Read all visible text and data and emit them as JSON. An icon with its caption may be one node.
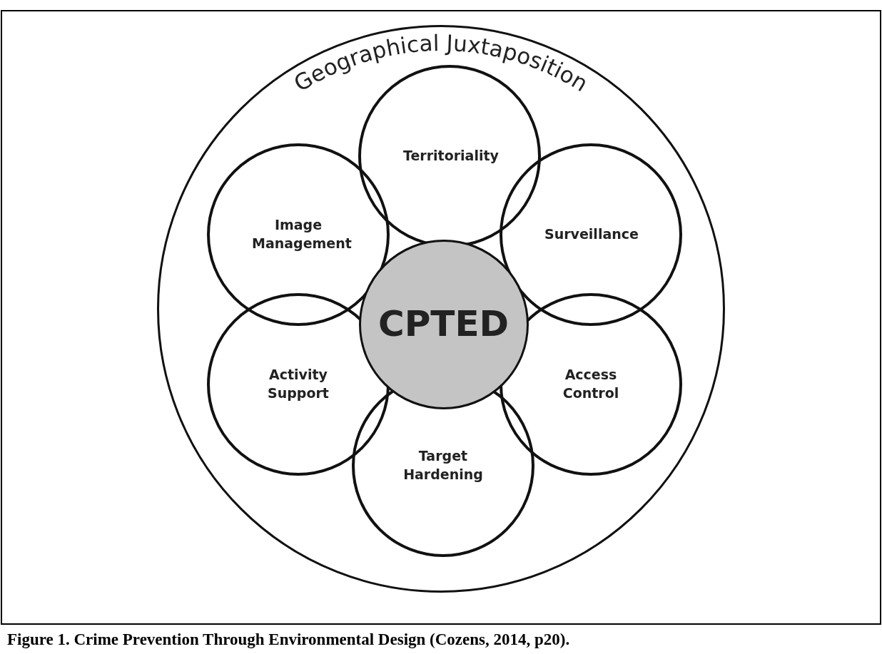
{
  "diagram": {
    "caption": "Figure 1. Crime Prevention Through Environmental Design (Cozens, 2014, p20).",
    "nodes": [
      {
        "text": [
          "Geographical Juxtaposition"
        ]
      },
      {
        "text": [
          "Territoriality"
        ],
        "in": 0
      },
      {
        "text": [
          "Image Management"
        ],
        "in": 0
      },
      {
        "text": [
          "Surveillance"
        ],
        "in": 0
      },
      {
        "text": [
          "CPTED"
        ],
        "in": 0
      },
      {
        "text": [
          "Activity Support"
        ],
        "in": 0
      },
      {
        "text": [
          "Access Control"
        ],
        "in": 0
      },
      {
        "text": [
          "Target Hardening"
        ],
        "in": 0
      }
    ],
    "edges": []
  }
}
